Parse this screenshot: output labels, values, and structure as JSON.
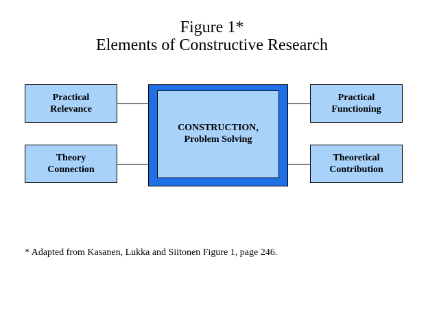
{
  "title": {
    "line1": "Figure 1*",
    "line2": "Elements of Constructive Research"
  },
  "diagram": {
    "center": "CONSTRUCTION,\nProblem Solving",
    "top_left": "Practical\nRelevance",
    "bottom_left": "Theory\nConnection",
    "top_right": "Practical\nFunctioning",
    "bottom_right": "Theoretical\nContribution"
  },
  "footnote": "* Adapted from Kasanen, Lukka and Siitonen Figure 1, page 246.",
  "colors": {
    "box_fill": "#a9d2fb",
    "center_frame": "#1f6fe6"
  }
}
